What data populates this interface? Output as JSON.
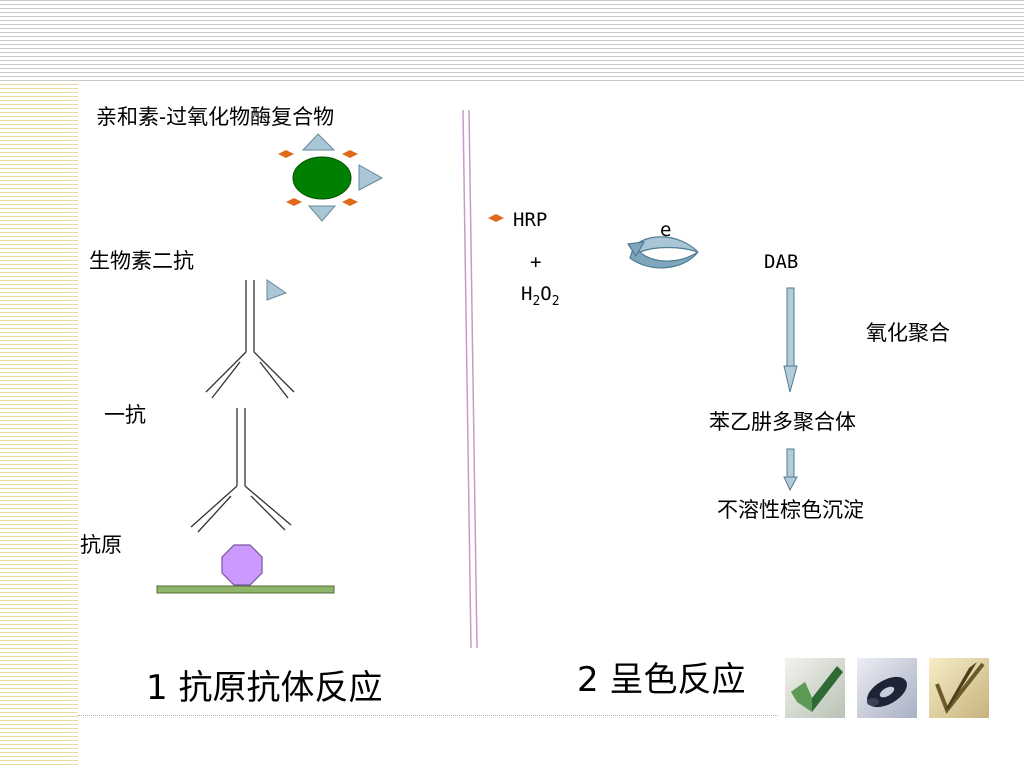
{
  "left_panel": {
    "complex_label": "亲和素-过氧化物酶复合物",
    "biotin_secondary_label": "生物素二抗",
    "primary_antibody_label": "一抗",
    "antigen_label": "抗原",
    "section_title": "1 抗原抗体反应"
  },
  "right_panel": {
    "enzyme_label": "HRP",
    "plus_sign": "+",
    "h2o2": {
      "h": "H",
      "sub1": "2",
      "o": "O",
      "sub2": "2"
    },
    "electron_label": "e",
    "substrate_label": "DAB",
    "oxidation_label": "氧化聚合",
    "polymer_label": "苯乙肼多聚合体",
    "precipitate_label": "不溶性棕色沉淀",
    "section_title": "2 呈色反应"
  },
  "colors": {
    "avidin_green": "#008000",
    "antigen_purple": "#cc99ff",
    "enzyme_orange": "#e06a1a",
    "biotin_blue": "#a9c6d6",
    "membrane_green": "#8fb56a",
    "arrow_blue": "#b4cbd8"
  },
  "icons": [
    "checkmark-icon",
    "disc-icon",
    "pen-check-icon"
  ]
}
